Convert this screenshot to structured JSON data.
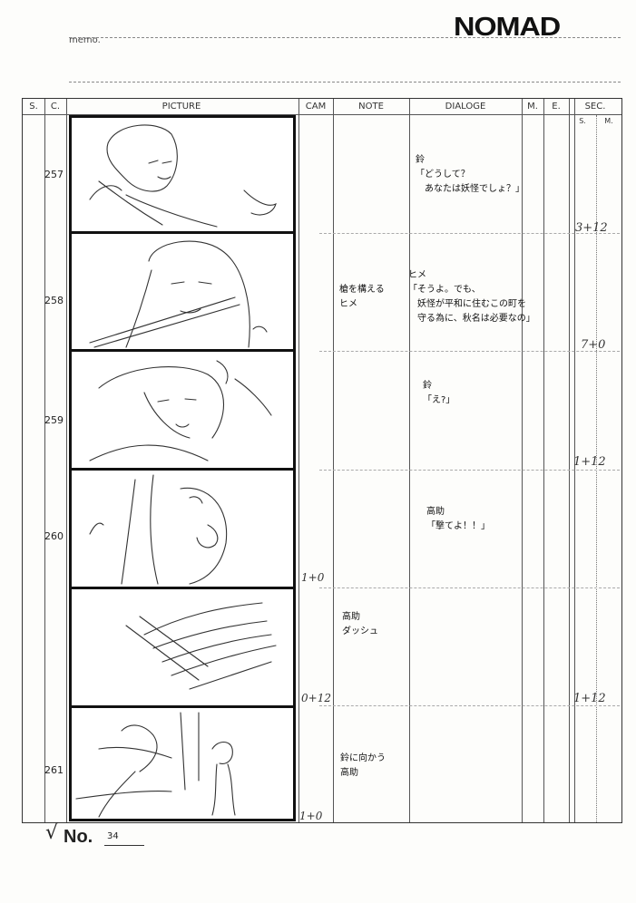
{
  "brand": "NOMAD",
  "memo_label": "memo.",
  "headers": {
    "sc_s": "S.",
    "sc_c": "C.",
    "picture": "PICTURE",
    "cam": "CAM",
    "note": "NOTE",
    "dialoge": "DIALOGE",
    "m": "M.",
    "e": "E.",
    "sec": "SEC.",
    "sec_s": "S.",
    "sec_m": "M."
  },
  "cuts": [
    {
      "number": "257",
      "note": "",
      "dialog": "鈴\n「どうして？\n　あなたは妖怪でしょ？」",
      "sketch": "boy-reaching-icon"
    },
    {
      "number": "258",
      "note": "槍を構える\nヒメ",
      "dialog": "ヒメ\n「そうよ。でも、\n　妖怪が平和に住むこの町を\n　守る為に、秋名は必要なの」",
      "sketch": "girl-with-spear-icon"
    },
    {
      "number": "259",
      "note": "",
      "dialog": "鈴\n「え?」",
      "sketch": "boy-surprised-icon"
    },
    {
      "number": "260",
      "note": "",
      "dialog": "高助\n「撃てよ！！」",
      "sketch": "shouting-face-icon"
    },
    {
      "number": "",
      "note": "高助\nダッシュ",
      "dialog": "",
      "sketch": "speed-lines-icon"
    },
    {
      "number": "261",
      "note": "鈴に向かう\n高助",
      "dialog": "",
      "sketch": "figures-running-icon"
    }
  ],
  "cam_marks": [
    "1+0",
    "0+12",
    "1+0"
  ],
  "sec_marks": [
    "3+12",
    "7+0",
    "1+12",
    "1+12"
  ],
  "page_label": "No.",
  "page_number": "34"
}
